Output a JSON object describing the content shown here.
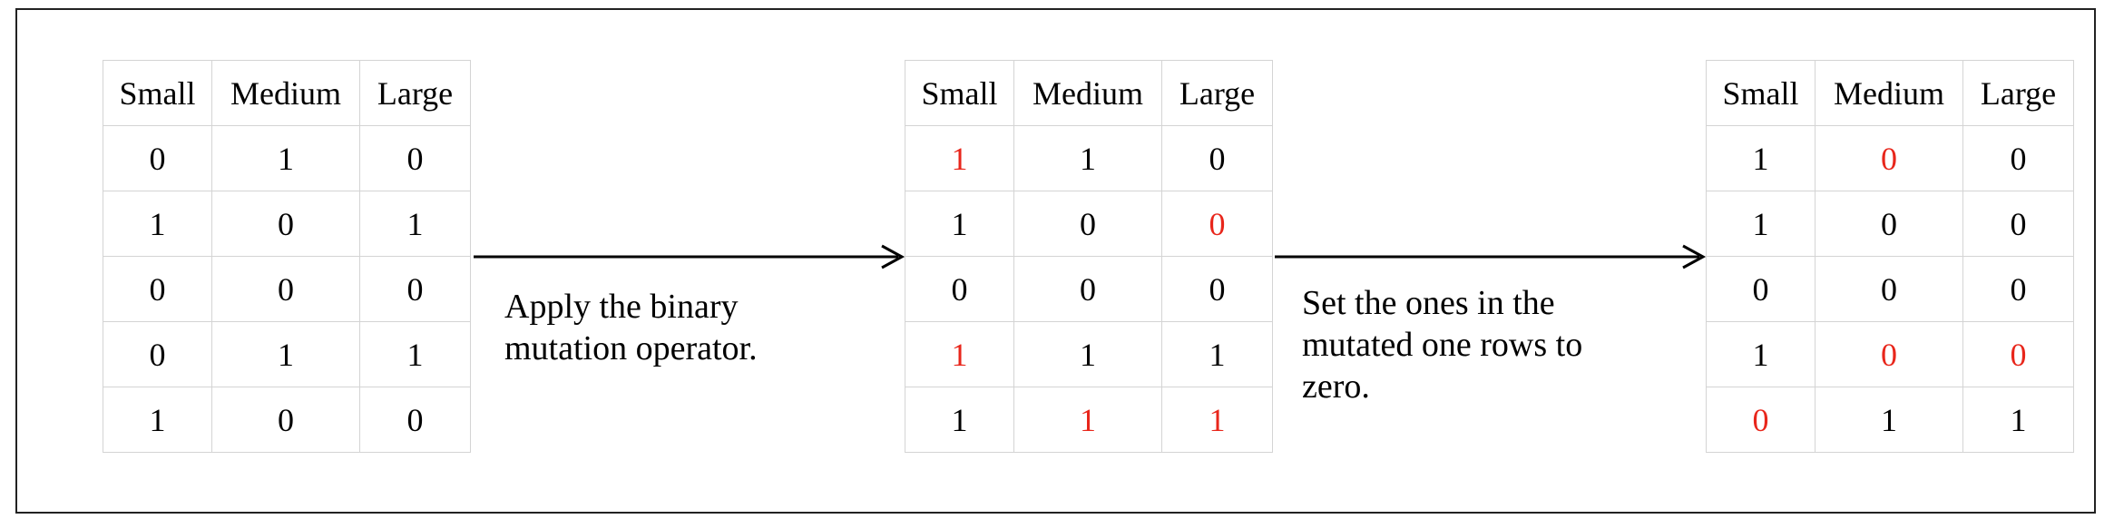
{
  "colors": {
    "highlight": "#e8261b",
    "grid_line": "#d4d4d4",
    "frame": "#222222",
    "arrow": "#000000"
  },
  "columns": [
    "Small",
    "Medium",
    "Large"
  ],
  "tables": [
    {
      "rows": [
        [
          "0",
          "1",
          "0"
        ],
        [
          "1",
          "0",
          "1"
        ],
        [
          "0",
          "0",
          "0"
        ],
        [
          "0",
          "1",
          "1"
        ],
        [
          "1",
          "0",
          "0"
        ]
      ],
      "highlight": []
    },
    {
      "rows": [
        [
          "1",
          "1",
          "0"
        ],
        [
          "1",
          "0",
          "0"
        ],
        [
          "0",
          "0",
          "0"
        ],
        [
          "1",
          "1",
          "1"
        ],
        [
          "1",
          "1",
          "1"
        ]
      ],
      "highlight": [
        [
          0,
          0
        ],
        [
          1,
          2
        ],
        [
          3,
          0
        ],
        [
          4,
          1
        ],
        [
          4,
          2
        ]
      ]
    },
    {
      "rows": [
        [
          "1",
          "0",
          "0"
        ],
        [
          "1",
          "0",
          "0"
        ],
        [
          "0",
          "0",
          "0"
        ],
        [
          "1",
          "0",
          "0"
        ],
        [
          "0",
          "1",
          "1"
        ]
      ],
      "highlight": [
        [
          0,
          1
        ],
        [
          3,
          1
        ],
        [
          3,
          2
        ],
        [
          4,
          0
        ]
      ]
    }
  ],
  "steps": [
    {
      "caption_lines": [
        "Apply the binary",
        "mutation operator."
      ]
    },
    {
      "caption_lines": [
        "Set the ones in the",
        "mutated one rows to",
        "zero."
      ]
    }
  ]
}
